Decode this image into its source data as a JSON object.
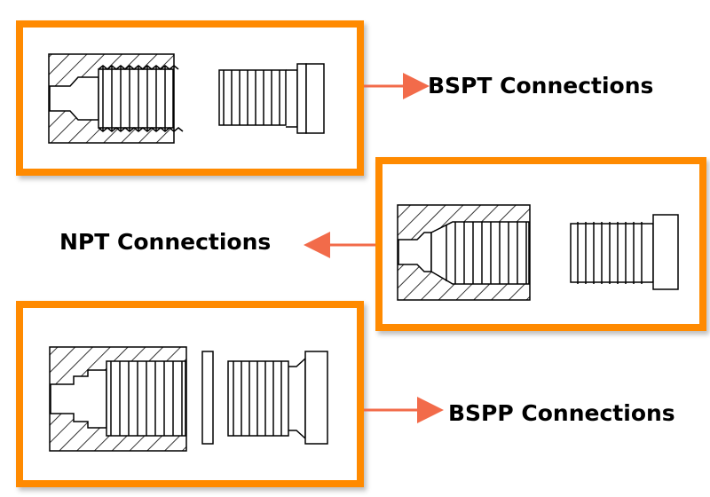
{
  "colors": {
    "frame": "#ff8a00",
    "arrow": "#f26b4a",
    "line": "#000000"
  },
  "labels": {
    "bspt": "BSPT Connections",
    "npt": "NPT Connections",
    "bspp": "BSPP Connections"
  }
}
